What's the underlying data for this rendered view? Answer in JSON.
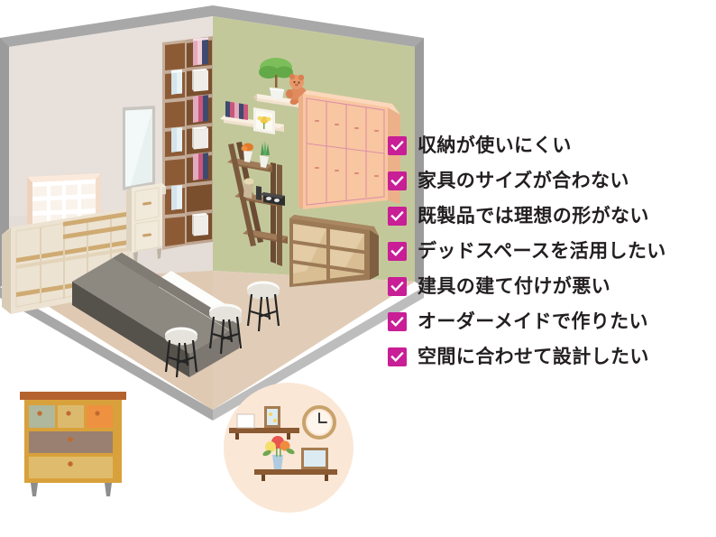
{
  "checklist": {
    "accent_color": "#C81E96",
    "check_color": "#FFFFFF",
    "text_color": "#231F20",
    "items": [
      {
        "label": "収納が使いにくい",
        "checked": true,
        "icon": "checkmark-icon"
      },
      {
        "label": "家具のサイズが合わない",
        "checked": true,
        "icon": "checkmark-icon"
      },
      {
        "label": "既製品では理想の形がない",
        "checked": true,
        "icon": "checkmark-icon"
      },
      {
        "label": "デッドスペースを活用したい",
        "checked": true,
        "icon": "checkmark-icon"
      },
      {
        "label": "建具の建て付けが悪い",
        "checked": true,
        "icon": "checkmark-icon"
      },
      {
        "label": "オーダーメイドで作りたい",
        "checked": true,
        "icon": "checkmark-icon"
      },
      {
        "label": "空間に合わせて設計したい",
        "checked": true,
        "icon": "checkmark-icon"
      }
    ]
  },
  "illustration": {
    "name": "isometric-room-illustration",
    "background_color": "#FFFFFF",
    "wall_left_color": "#E6DFDA",
    "wall_right_color": "#C2C79A",
    "wall_edge_color": "#A8A8A8",
    "floor_color": "#E0CBB5",
    "objects": [
      "window",
      "wall-mirror",
      "tall-bookshelf",
      "floating-shelves",
      "potted-plant",
      "teddy-bear",
      "picture-frame",
      "books",
      "peach-cabinet",
      "ladder-shelf",
      "low-bookshelf",
      "cream-sideboard",
      "white-drawer-cabinet",
      "kitchen-island-counter",
      "bar-stool",
      "bar-stool",
      "bar-stool"
    ]
  },
  "dresser": {
    "name": "wooden-dresser",
    "top_color": "#B5622F",
    "body_color": "#D9A13B",
    "drawers": [
      {
        "color": "#AFB79C",
        "knob": "#C06A32"
      },
      {
        "color": "#DBBA6E",
        "knob": "#C06A32"
      },
      {
        "color": "#EE9140",
        "knob": "#C06A32"
      },
      {
        "color": "#9A8070",
        "knob": "#C06A32"
      },
      {
        "color": "#DFBC6D",
        "knob": "#C06A32"
      }
    ],
    "leg_color": "#8D8D8D"
  },
  "vignette": {
    "name": "shelf-decor-vignette",
    "circle_color": "#FBE7D6",
    "shelf_color": "#8B5A32",
    "objects": [
      "picture-frame",
      "photo-frame",
      "wall-clock",
      "flower-vase",
      "laptop-frame"
    ]
  }
}
